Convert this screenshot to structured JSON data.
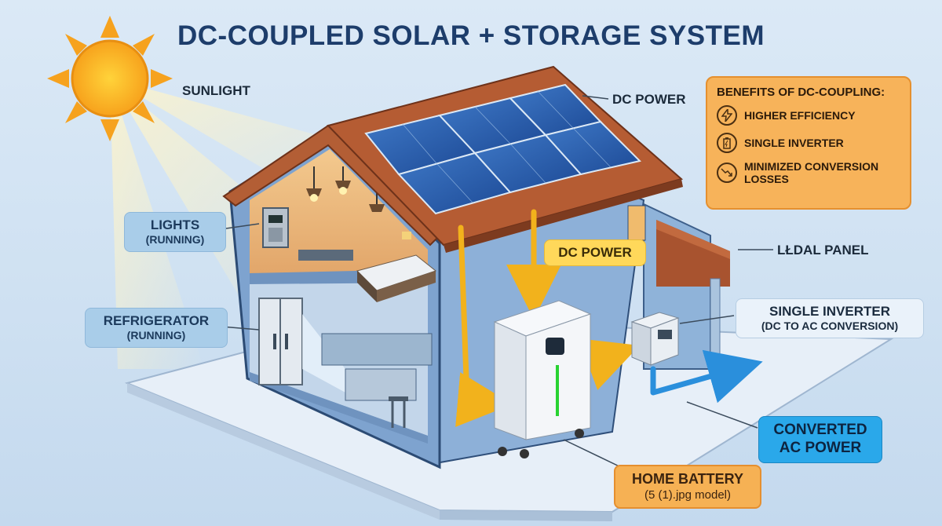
{
  "title": "DC-COUPLED SOLAR + STORAGE SYSTEM",
  "labels": {
    "sunlight": "SUNLIGHT",
    "dc_power_roof": "DC POWER",
    "load_panel": "LŁDAL PANEL"
  },
  "callouts": {
    "lights": {
      "line1": "LIGHTS",
      "line2": "(RUNNING)"
    },
    "refrigerator": {
      "line1": "REFRIGERATOR",
      "line2": "(RUNNING)"
    },
    "dc_power": "DC POWER",
    "single_inverter": {
      "line1": "SINGLE INVERTER",
      "line2": "(DC TO AC CONVERSION)"
    },
    "converted_ac": {
      "line1": "CONVERTED",
      "line2": "AC POWER"
    },
    "home_battery": {
      "line1": "HOME BATTERY",
      "line2": "(5 (1).jpg model)"
    }
  },
  "benefits": {
    "heading": "BENEFITS OF DC-COUPLING:",
    "items": [
      {
        "icon": "lightning-icon",
        "text": "HIGHER EFFICIENCY"
      },
      {
        "icon": "battery-icon",
        "text": "SINGLE INVERTER"
      },
      {
        "icon": "trend-down-icon",
        "text": "MINIMIZED CONVERSION LOSSES"
      }
    ]
  },
  "colors": {
    "title": "#1d3d6b",
    "dc_flow": "#f2b21c",
    "ac_flow": "#2a8fdc",
    "benefits_bg": "#f7b35a"
  }
}
